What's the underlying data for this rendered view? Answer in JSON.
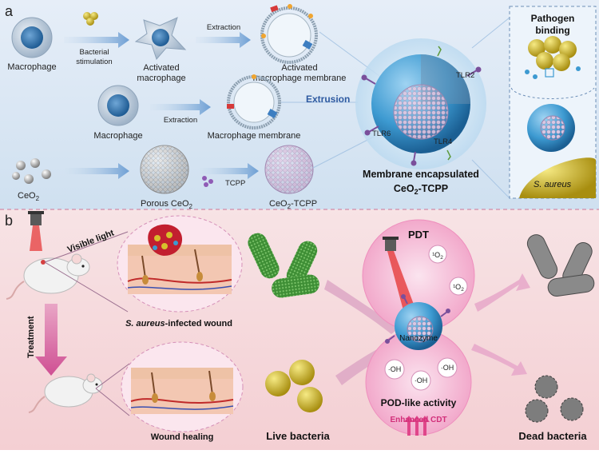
{
  "panel_a": {
    "letter": "a",
    "macrophage_top": "Macrophage",
    "bacterial_stim_1": "Bacterial",
    "bacterial_stim_2": "stimulation",
    "activated_macrophage_1": "Activated",
    "activated_macrophage_2": "macrophage",
    "extraction_top": "Extraction",
    "activated_membrane_1": "Activated",
    "activated_membrane_2": "macrophage membrane",
    "macrophage_mid": "Macrophage",
    "extraction_mid": "Extraction",
    "macrophage_membrane": "Macrophage membrane",
    "ceo2": "CeO",
    "ceo2_sub": "2",
    "porous_ceo2": "Porous CeO",
    "porous_ceo2_sub": "2",
    "tcpp": "TCPP",
    "ceo2_tcpp": "CeO",
    "ceo2_tcpp_sub": "2",
    "ceo2_tcpp_suffix": "-TCPP",
    "extrusion": "Extrusion",
    "tlr2": "TLR2",
    "tlr6": "TLR6",
    "tlr4": "TLR4",
    "encapsulated_1": "Membrane encapsulated",
    "encapsulated_2a": "CeO",
    "encapsulated_2sub": "2",
    "encapsulated_2b": "-TCPP",
    "pathogen_1": "Pathogen",
    "pathogen_2": "binding",
    "s_aureus": "S. aureus"
  },
  "panel_b": {
    "letter": "b",
    "visible_light": "Visible light",
    "infected_wound_a": "S. aureus",
    "infected_wound_b": "-infected wound",
    "treatment": "Treatment",
    "wound_healing": "Wound healing",
    "pdt": "PDT",
    "singlet_a": "¹O",
    "singlet_sub": "2",
    "singlet_b": "¹O",
    "singlet_b_sub": "2",
    "nanozyme": "Nanozyme",
    "oh_1": "·OH",
    "oh_2": "·OH",
    "oh_3": "·OH",
    "pod_activity": "POD-like activity",
    "enhanced_cdt": "Enhanced CDT",
    "live_bacteria": "Live bacteria",
    "dead_bacteria": "Dead bacteria"
  },
  "colors": {
    "panel_a_bg": "#dbe9f5",
    "panel_b_bg": "#f6dede",
    "nanoparticle_blue": "#3d9ad1",
    "pink_accent": "#e0468a",
    "bacteria_green": "#4e9a3a",
    "bacteria_yellow": "#d7c02c"
  }
}
